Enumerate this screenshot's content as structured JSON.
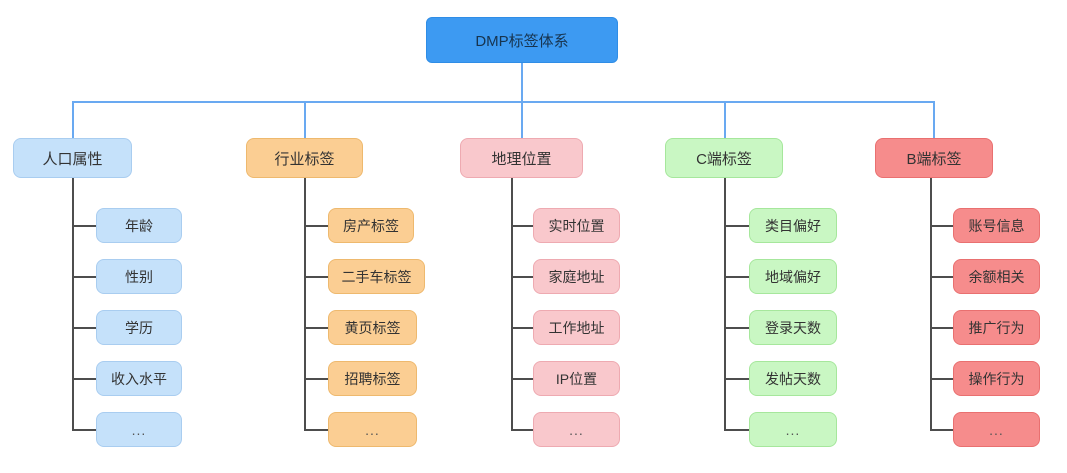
{
  "diagram": {
    "type": "tree",
    "title": "DMP标签体系"
  },
  "colors": {
    "background": "#ffffff",
    "root_fill": "#3d9af2",
    "root_text": "#17344f",
    "node_text": "#333333",
    "connector_primary_blue": "#69a9f1",
    "connector_secondary_dark": "#4d4d4d",
    "branch_fills": [
      "#c5e1fa",
      "#fbce93",
      "#f9c8cc",
      "#c9f7c3",
      "#f68c8c"
    ],
    "branch_borders": [
      "#a9cdf0",
      "#eeb96e",
      "#eeaab1",
      "#a6e79c",
      "#e97070"
    ]
  },
  "tree": {
    "root": {
      "label": "DMP标签体系"
    },
    "branches": [
      {
        "label": "人口属性",
        "children": [
          "年龄",
          "性别",
          "学历",
          "收入水平",
          "..."
        ]
      },
      {
        "label": "行业标签",
        "children": [
          "房产标签",
          "二手车标签",
          "黄页标签",
          "招聘标签",
          "..."
        ]
      },
      {
        "label": "地理位置",
        "children": [
          "实时位置",
          "家庭地址",
          "工作地址",
          "IP位置",
          "..."
        ]
      },
      {
        "label": "C端标签",
        "children": [
          "类目偏好",
          "地域偏好",
          "登录天数",
          "发帖天数",
          "..."
        ]
      },
      {
        "label": "B端标签",
        "children": [
          "账号信息",
          "余额相关",
          "推广行为",
          "操作行为",
          "..."
        ]
      }
    ]
  }
}
